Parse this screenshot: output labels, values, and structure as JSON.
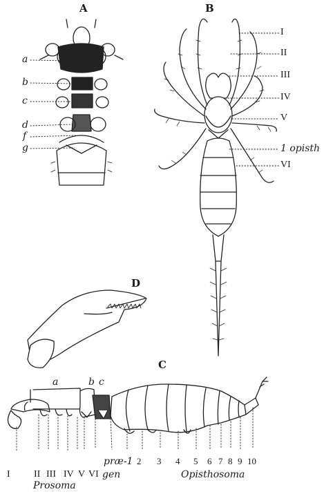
{
  "panel_labels": {
    "a": "A",
    "b": "B",
    "c": "C",
    "d": "D"
  },
  "panel_a": {
    "labels": [
      "a",
      "b",
      "c",
      "d",
      "f",
      "g"
    ]
  },
  "panel_b": {
    "labels": [
      "I",
      "II",
      "III",
      "IV",
      "V",
      "1 opisth",
      "VI"
    ]
  },
  "panel_c": {
    "top_labels": [
      "a",
      "b",
      "c"
    ],
    "bottom_roman": [
      "I",
      "II",
      "III",
      "IV",
      "V",
      "VI"
    ],
    "gen_label": "gen",
    "prae_label": "præ-1",
    "segment_numbers": [
      "2",
      "3",
      "4",
      "5",
      "6",
      "7",
      "8",
      "9",
      "10"
    ],
    "prosoma": "Prosoma",
    "opisthosoma": "Opisthosoma"
  }
}
